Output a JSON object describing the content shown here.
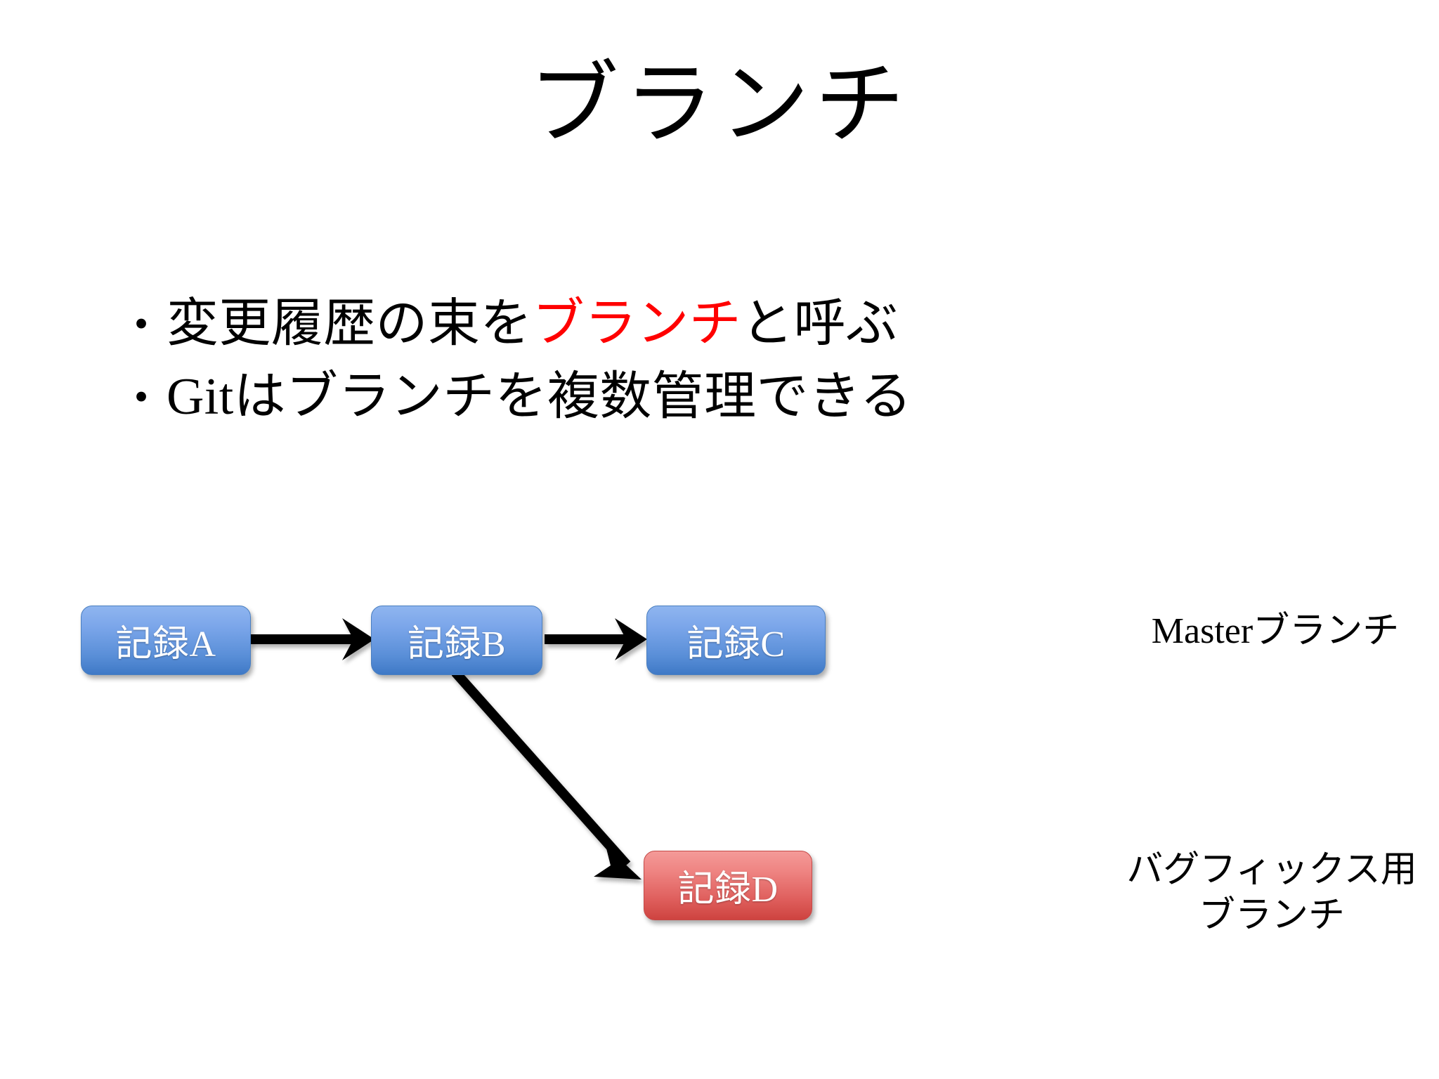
{
  "slide": {
    "title": "ブランチ",
    "background_color": "#ffffff"
  },
  "bullets": [
    {
      "marker": "•",
      "segments": [
        {
          "text": "変更履歴の束を",
          "color": "#000000"
        },
        {
          "text": "ブランチ",
          "color": "#ff0000"
        },
        {
          "text": "と呼ぶ",
          "color": "#000000"
        }
      ],
      "plain": "変更履歴の束をブランチと呼ぶ"
    },
    {
      "marker": "•",
      "segments": [
        {
          "text": "Gitはブランチを複数管理できる",
          "color": "#000000"
        }
      ],
      "plain": "Gitはブランチを複数管理できる"
    }
  ],
  "diagram": {
    "nodes": [
      {
        "id": "a",
        "label": "記録A",
        "color": "blue",
        "fill_top": "#8fb5ef",
        "fill_bottom": "#3f79c6"
      },
      {
        "id": "b",
        "label": "記録B",
        "color": "blue",
        "fill_top": "#8fb5ef",
        "fill_bottom": "#3f79c6"
      },
      {
        "id": "c",
        "label": "記録C",
        "color": "blue",
        "fill_top": "#8fb5ef",
        "fill_bottom": "#3f79c6"
      },
      {
        "id": "d",
        "label": "記録D",
        "color": "red",
        "fill_top": "#f49a98",
        "fill_bottom": "#ce4340"
      }
    ],
    "edges": [
      {
        "from": "a",
        "to": "b",
        "style": "straight"
      },
      {
        "from": "b",
        "to": "c",
        "style": "straight"
      },
      {
        "from": "b",
        "to": "d",
        "style": "diagonal"
      }
    ],
    "annotations": {
      "master_branch": "Masterブランチ",
      "bugfix_branch_line1": "バグフィックス用",
      "bugfix_branch_line2": "ブランチ"
    }
  }
}
